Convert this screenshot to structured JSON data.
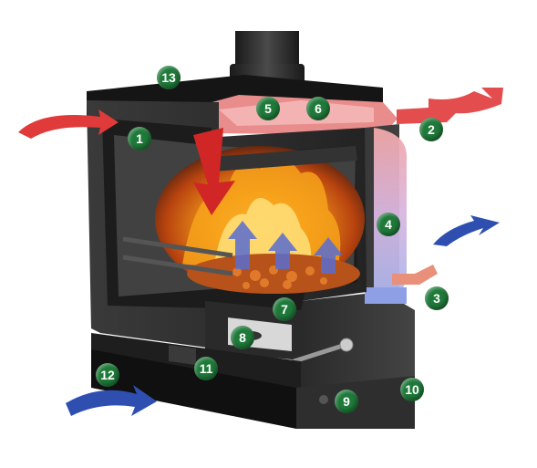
{
  "labels": [
    {
      "id": "1",
      "text": "1"
    },
    {
      "id": "2",
      "text": "2"
    },
    {
      "id": "3",
      "text": "3"
    },
    {
      "id": "4",
      "text": "4"
    },
    {
      "id": "5",
      "text": "5"
    },
    {
      "id": "6",
      "text": "6"
    },
    {
      "id": "7",
      "text": "7"
    },
    {
      "id": "8",
      "text": "8"
    },
    {
      "id": "9",
      "text": "9"
    },
    {
      "id": "10",
      "text": "10"
    },
    {
      "id": "11",
      "text": "11"
    },
    {
      "id": "12",
      "text": "12"
    },
    {
      "id": "13",
      "text": "13"
    }
  ],
  "colors": {
    "badge": "#1f7a3a",
    "warm_air": "#e03a3a",
    "cool_air": "#2f4fb0",
    "body": "#2b2b2b",
    "flame": "#f08a1a"
  }
}
